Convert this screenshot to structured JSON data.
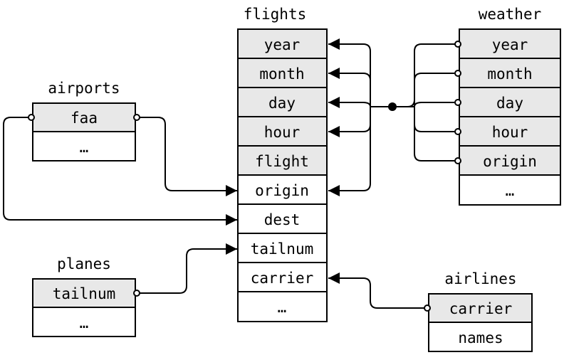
{
  "tables": {
    "flights": {
      "title": "flights",
      "rows": [
        "year",
        "month",
        "day",
        "hour",
        "flight",
        "origin",
        "dest",
        "tailnum",
        "carrier",
        "…"
      ]
    },
    "weather": {
      "title": "weather",
      "rows": [
        "year",
        "month",
        "day",
        "hour",
        "origin",
        "…"
      ]
    },
    "airports": {
      "title": "airports",
      "rows": [
        "faa",
        "…"
      ]
    },
    "planes": {
      "title": "planes",
      "rows": [
        "tailnum",
        "…"
      ]
    },
    "airlines": {
      "title": "airlines",
      "rows": [
        "carrier",
        "names"
      ]
    }
  },
  "colors": {
    "key_fill": "#e8e8e8",
    "plain_fill": "#ffffff",
    "line": "#000000"
  }
}
